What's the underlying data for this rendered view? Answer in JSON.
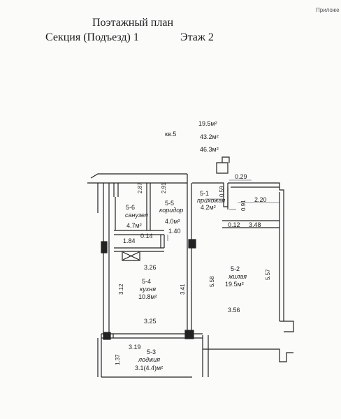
{
  "header": {
    "title_line1": "Поэтажный план",
    "title_section": "Секция (Подъезд) 1",
    "title_floor": "Этаж 2",
    "corner_note": "Приложе"
  },
  "apartment": {
    "label": "кв.5",
    "areas": [
      "19.5м²",
      "43.2м²",
      "46.3м²"
    ]
  },
  "rooms": [
    {
      "id": "5-1",
      "name": "прихожая",
      "area": "4.2м²"
    },
    {
      "id": "5-2",
      "name": "жилая",
      "area": "19.5м²"
    },
    {
      "id": "5-3",
      "name": "лоджия",
      "area": "3.1(4.4)м²"
    },
    {
      "id": "5-4",
      "name": "кухня",
      "area": "10.8м²"
    },
    {
      "id": "5-5",
      "name": "коридор",
      "area": "4.0м²"
    },
    {
      "id": "5-6",
      "name": "санузел",
      "area": "4.7м²"
    }
  ],
  "dimensions": {
    "d_0_29": "0.29",
    "d_0_59": "0.59",
    "d_2_20": "2.20",
    "d_0_91": "0.91",
    "d_0_12": "0.12",
    "d_3_48": "3.48",
    "d_2_87": "2.87",
    "d_2_91": "2.91",
    "d_1_40": "1.40",
    "d_1_84": "1.84",
    "d_0_14": "0.14",
    "d_3_26": "3.26",
    "d_3_12": "3.12",
    "d_3_41": "3.41",
    "d_5_58": "5.58",
    "d_5_57": "5.57",
    "d_3_56": "3.56",
    "d_3_25": "3.25",
    "d_3_19": "3.19",
    "d_1_37": "1.37"
  }
}
